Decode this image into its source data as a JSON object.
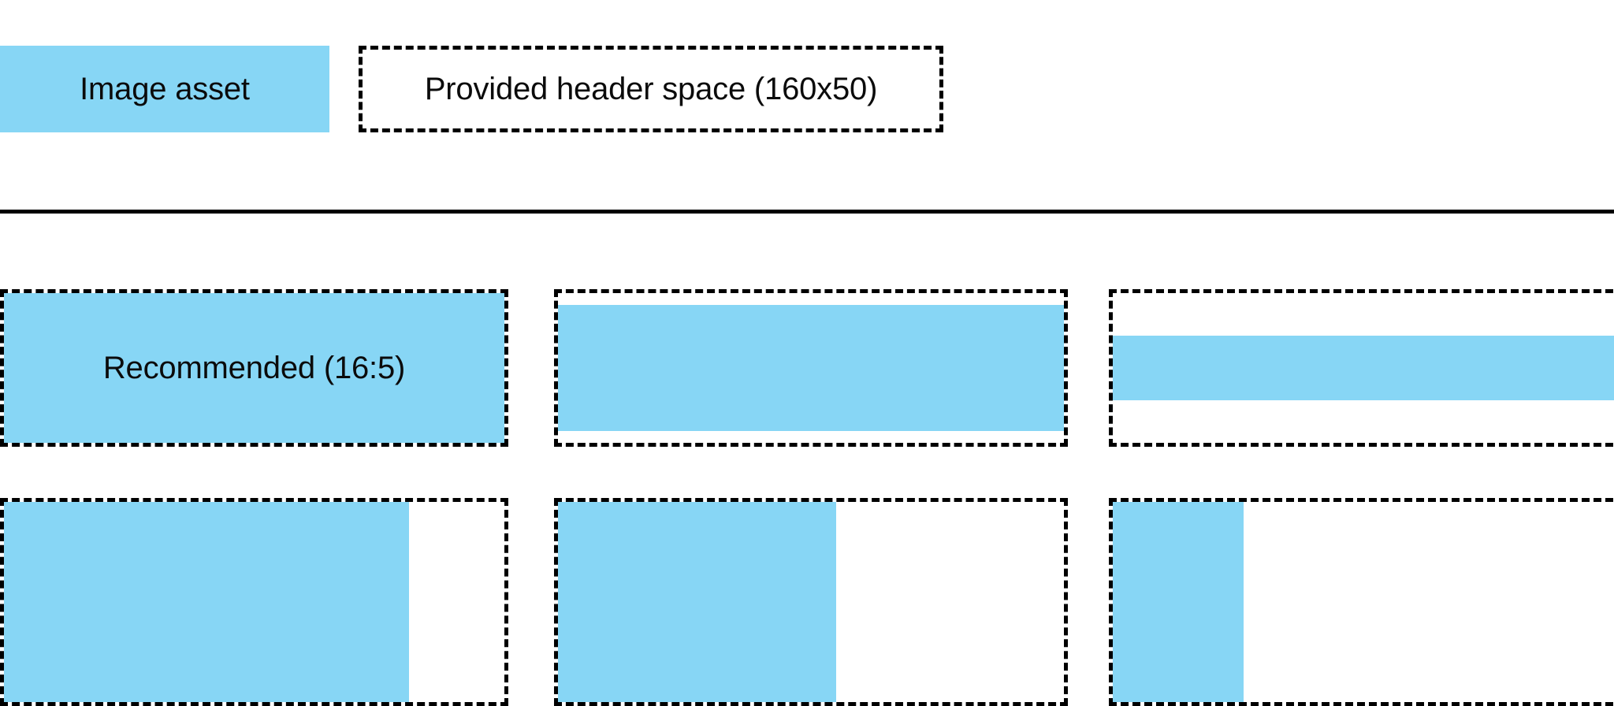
{
  "page": {
    "background_color": "#ffffff",
    "accent_color": "#87d6f5",
    "outline_color": "#000000",
    "text_color": "#0b0b0b"
  },
  "header": {
    "asset_swatch_label": "Image asset",
    "provided_space_label": "Provided header space (160x50)",
    "provided_space_width": "160",
    "provided_space_height": "50"
  },
  "grid": {
    "rows": [
      {
        "name": "row-1",
        "cells": [
          {
            "label": "Recommended (16:5)",
            "fill": "full"
          },
          {
            "label": "",
            "fill": "inset-top"
          },
          {
            "label": "",
            "fill": "band-center"
          }
        ]
      },
      {
        "name": "row-2",
        "cells": [
          {
            "label": "",
            "fill": "left-81"
          },
          {
            "label": "",
            "fill": "left-55"
          },
          {
            "label": "",
            "fill": "left-24"
          }
        ]
      }
    ],
    "recommended_ratio": "16:5"
  }
}
